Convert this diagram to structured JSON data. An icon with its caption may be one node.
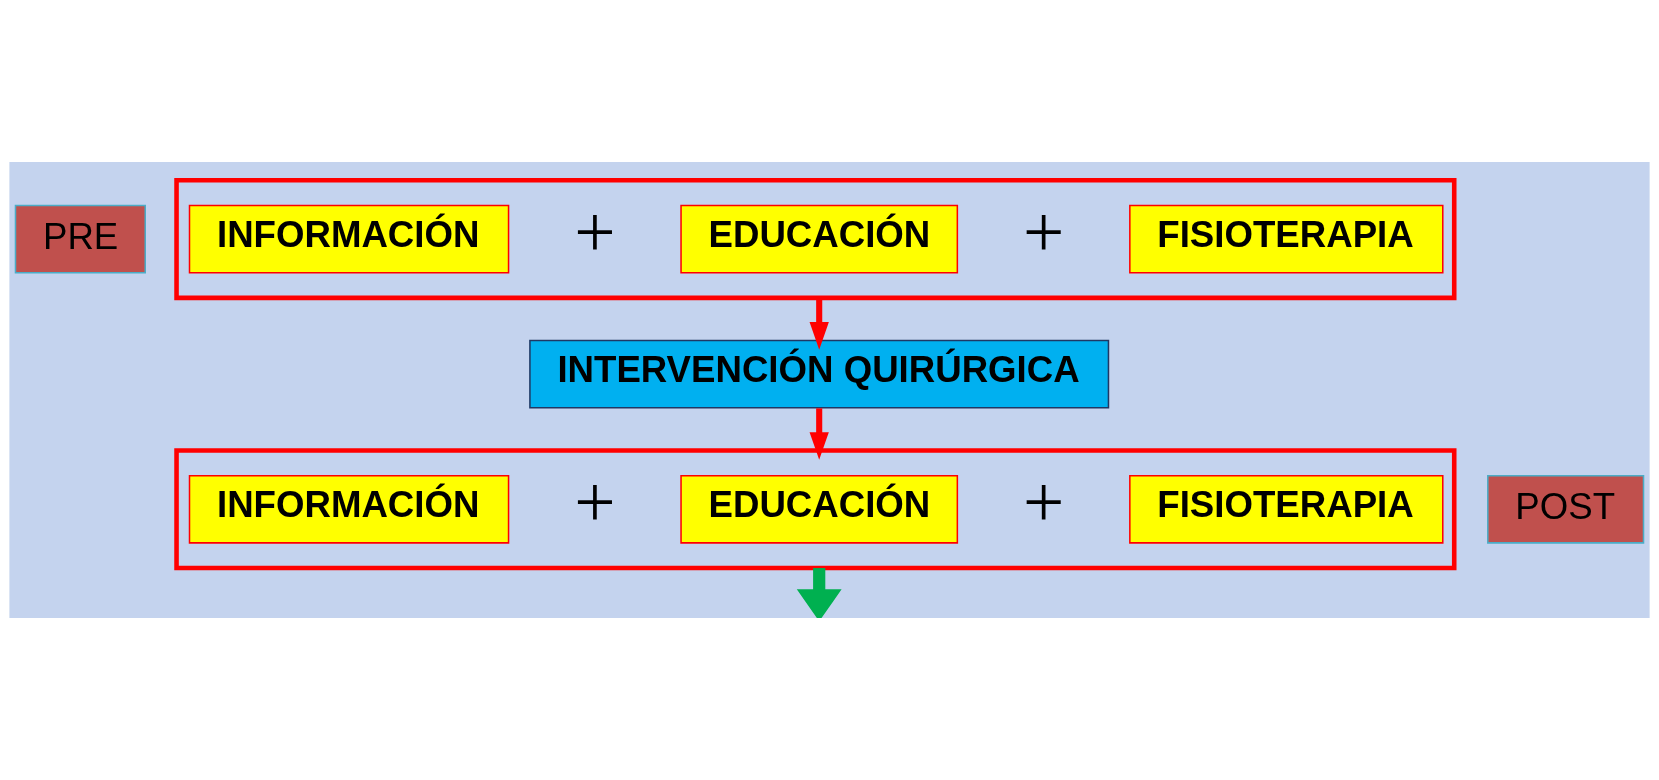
{
  "diagram": {
    "nodes": [
      {
        "text": [
          "PRE"
        ]
      },
      {
        "text": [],
        "shape": "box"
      },
      {
        "text": [
          "INFORMACIÓN"
        ],
        "in": 1
      },
      {
        "text": [
          "EDUCACIÓN"
        ],
        "in": 1
      },
      {
        "text": [
          "FISIOTERAPIA"
        ],
        "in": 1
      },
      {
        "text": [
          "INTERVENCIÓN QUIRÚRGICA"
        ]
      },
      {
        "text": [
          "POST"
        ]
      },
      {
        "text": [],
        "shape": "box"
      },
      {
        "text": [
          "INFORMACIÓN"
        ],
        "in": 7
      },
      {
        "text": [
          "EDUCACIÓN"
        ],
        "in": 7
      },
      {
        "text": [
          "FISIOTERAPIA"
        ],
        "in": 7
      }
    ],
    "edges": [
      {
        "from": 1,
        "to": 5,
        "arrow": "to"
      },
      {
        "from": 5,
        "to": 7,
        "arrow": "to"
      },
      {
        "from": 7,
        "to": null,
        "arrow": "to",
        "style": "thick",
        "color": "#00b050"
      }
    ],
    "labels": [
      "+",
      "+",
      "+",
      "+"
    ]
  }
}
